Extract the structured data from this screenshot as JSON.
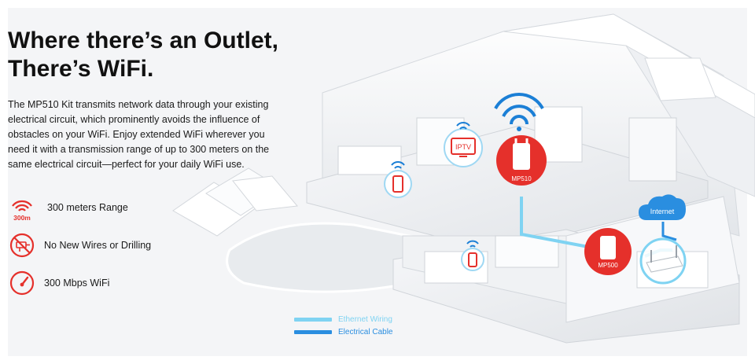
{
  "headline": {
    "line1": "Where there’s an Outlet,",
    "line2": "There’s WiFi."
  },
  "body": "The MP510 Kit transmits network data through your existing electrical circuit, which prominently avoids the influence of obstacles on your WiFi. Enjoy extended WiFi wherever you need it with a transmission range of up to 300 meters on the same electrical circuit—perfect for your daily WiFi use.",
  "features": [
    {
      "icon": "range-300m-icon",
      "icon_text": "300m",
      "label": "300 meters Range"
    },
    {
      "icon": "no-drilling-icon",
      "label": "No New Wires or Drilling"
    },
    {
      "icon": "speedometer-icon",
      "label": "300 Mbps WiFi"
    }
  ],
  "diagram": {
    "tv_label": "IPTV",
    "mp510_label": "MP510",
    "mp500_label": "MP500",
    "internet_label": "Internet"
  },
  "legend": {
    "ethernet": "Ethernet Wiring",
    "electrical": "Electrical Cable"
  },
  "colors": {
    "accent_red": "#e5302b",
    "wifi_blue": "#1b7fd6",
    "ethernet_blue": "#7fd3f2",
    "electrical_blue": "#2a8ee0"
  }
}
